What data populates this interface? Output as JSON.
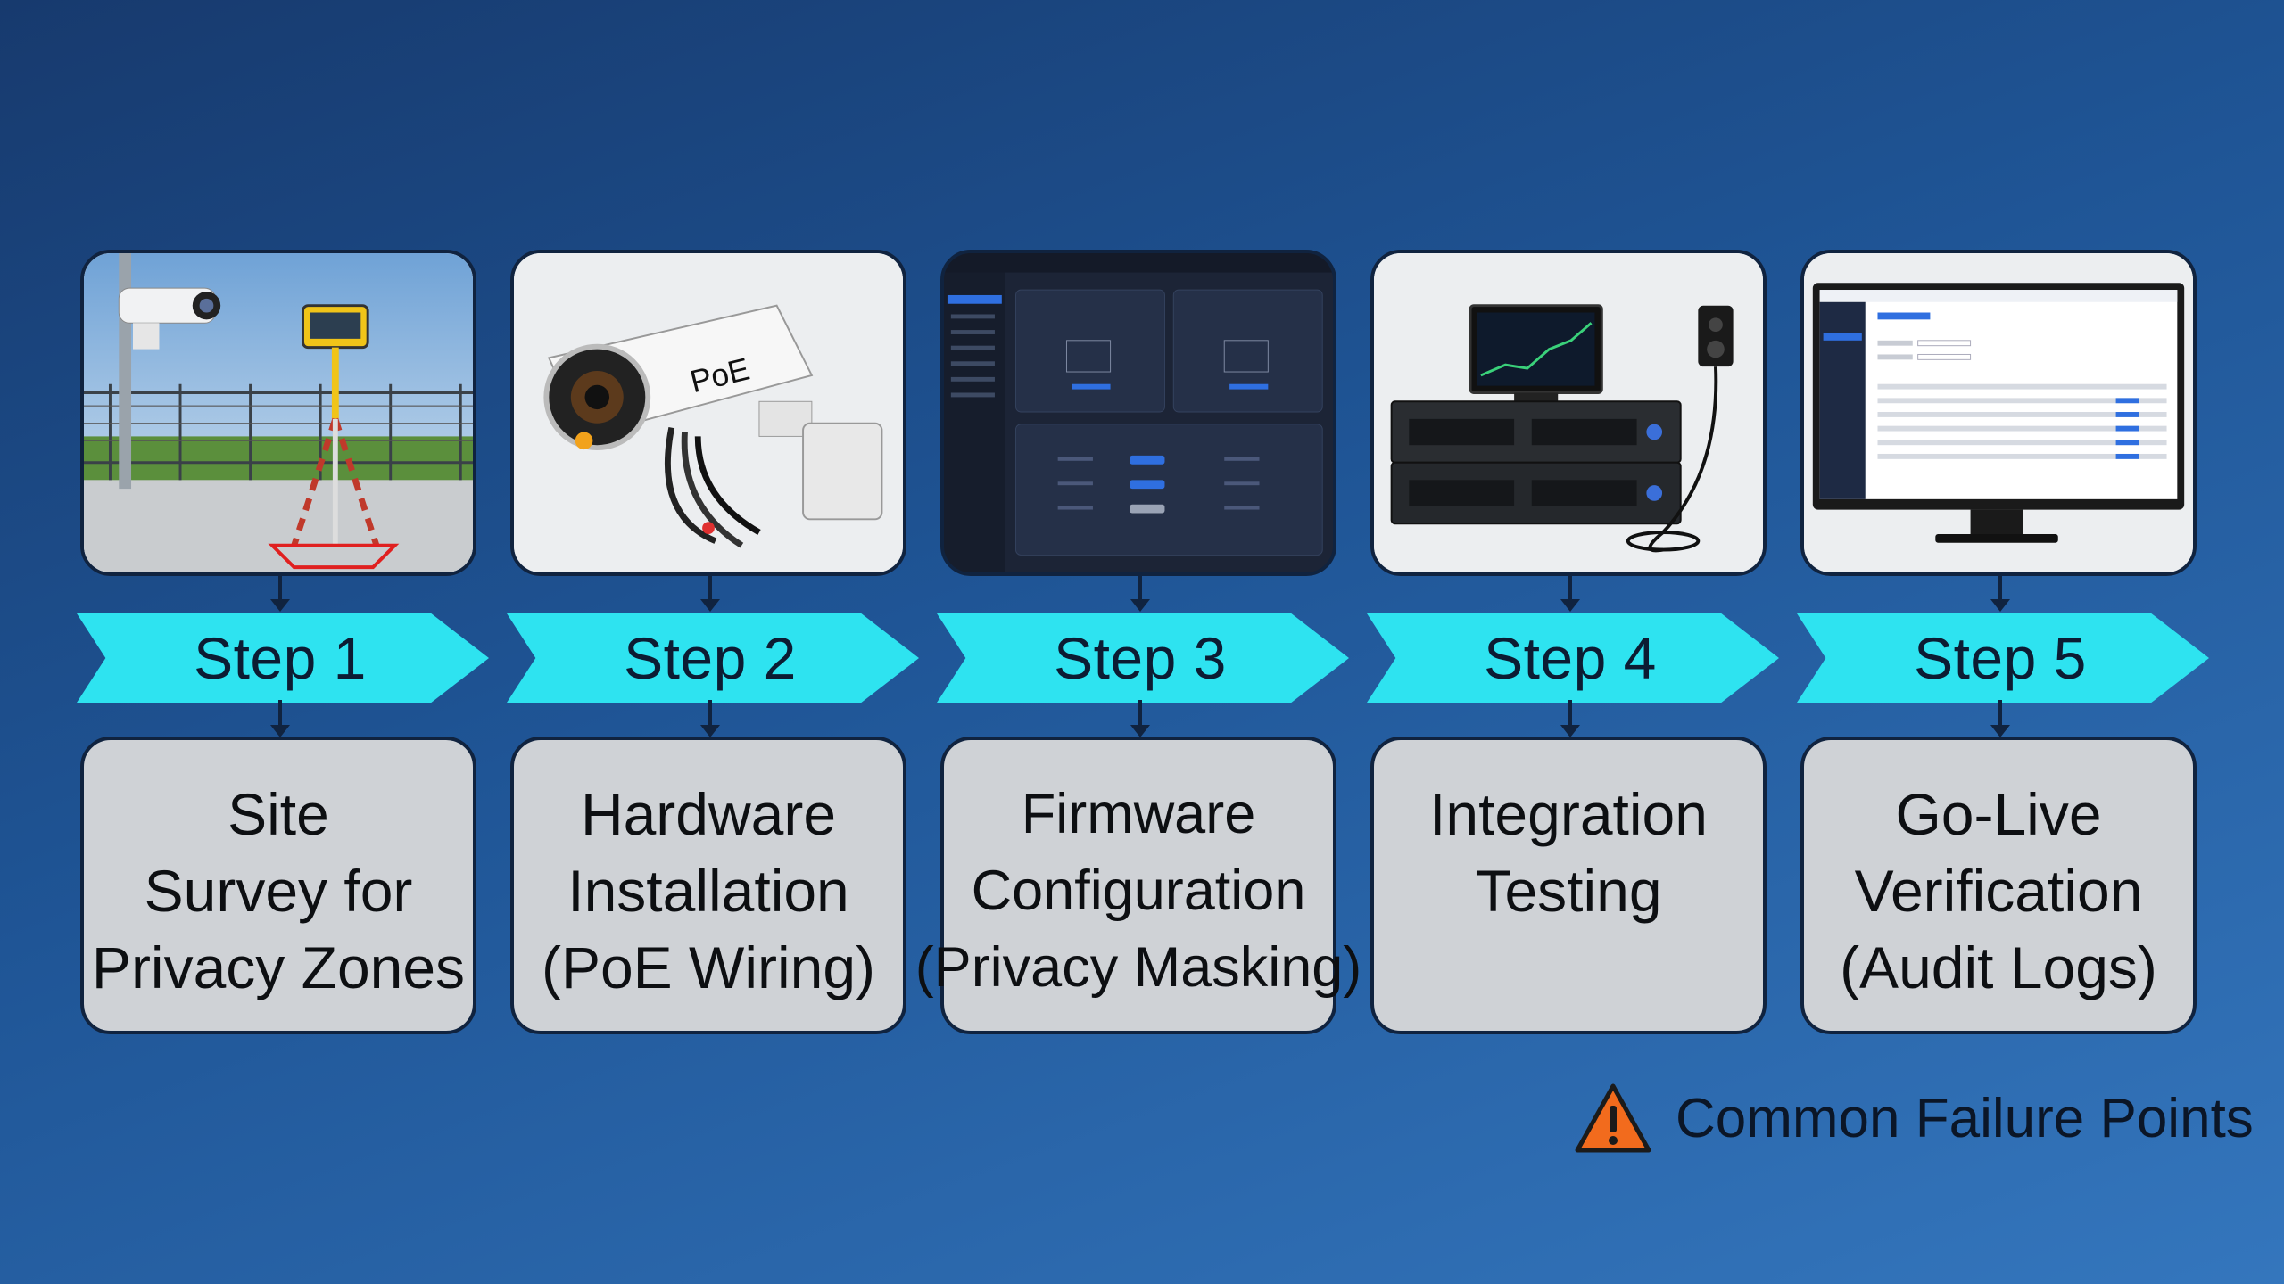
{
  "steps": [
    {
      "label": "Step 1",
      "lines": [
        "Site",
        "Survey for",
        "Privacy Zones"
      ],
      "image": "site-survey-camera-tripod"
    },
    {
      "label": "Step 2",
      "lines": [
        "Hardware",
        "Installation",
        "(PoE Wiring)"
      ],
      "image": "poe-bullet-camera",
      "image_text": "PoE"
    },
    {
      "label": "Step 3",
      "lines": [
        "Firmware",
        "Configuration",
        "(Privacy Masking)"
      ],
      "image": "firmware-dashboard"
    },
    {
      "label": "Step 4",
      "lines": [
        "Integration",
        "Testing"
      ],
      "image": "nvr-and-monitor"
    },
    {
      "label": "Step 5",
      "lines": [
        "Go-Live",
        "Verification",
        "(Audit Logs)"
      ],
      "image": "audit-log-monitor"
    }
  ],
  "legend": {
    "icon": "warning-icon",
    "label": "Common Failure Points",
    "icon_color": "#f26b1d"
  },
  "colors": {
    "arrow": "#2ee3f0",
    "box": "#cfd2d6",
    "border": "#10233f"
  }
}
